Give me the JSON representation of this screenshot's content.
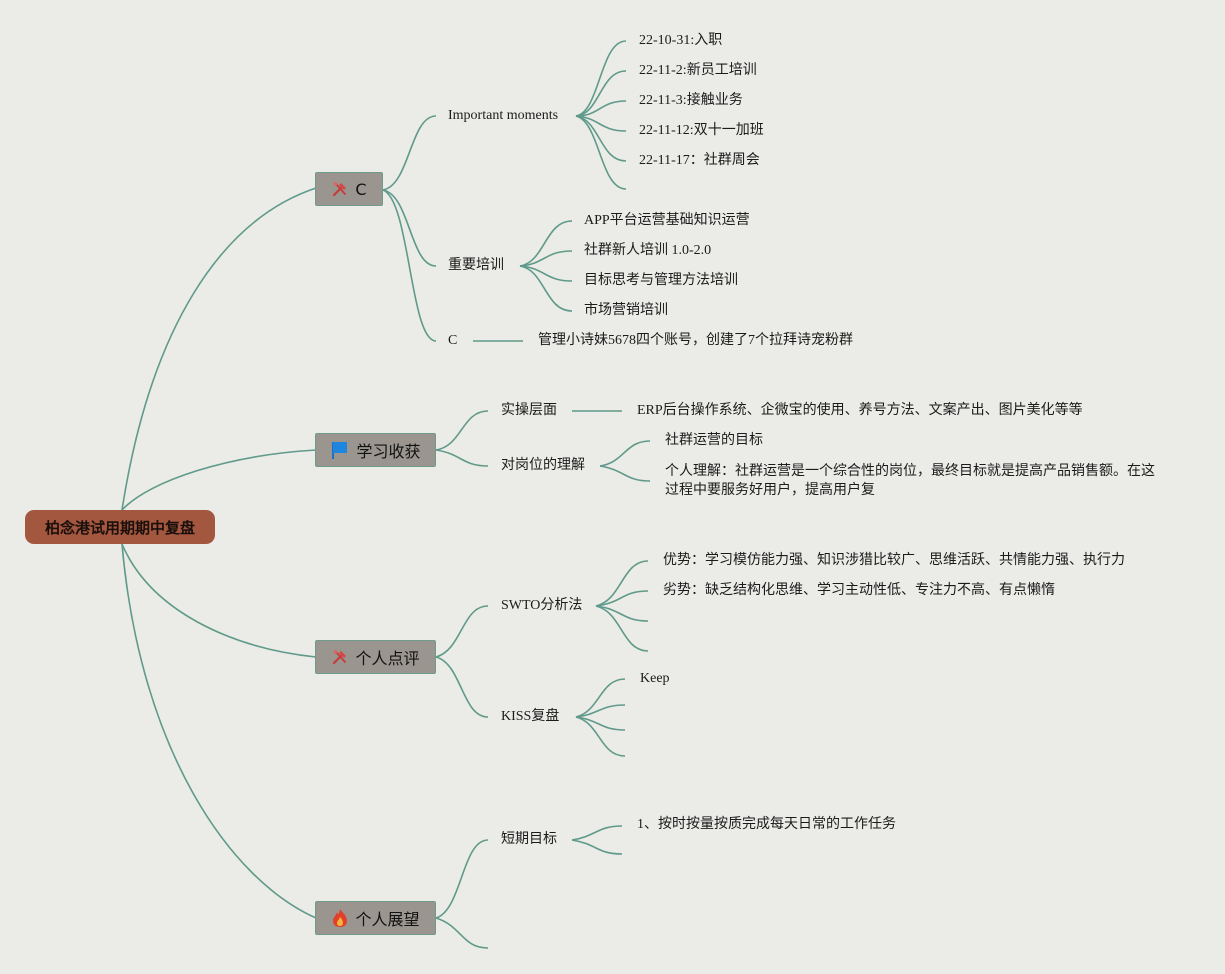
{
  "root": {
    "label": "柏念港试用期期中复盘"
  },
  "branches": {
    "c": {
      "label": "C",
      "icon": "tools-icon",
      "important_moments": {
        "label": "Important moments",
        "items": [
          "22-10-31:入职",
          "22-11-2:新员工培训",
          "22-11-3:接触业务",
          "22-11-12:双十一加班",
          "22-11-17：社群周会"
        ]
      },
      "training": {
        "label": "重要培训",
        "items": [
          "APP平台运营基础知识运营",
          "社群新人培训 1.0-2.0",
          "目标思考与管理方法培训",
          "市场营销培训"
        ]
      },
      "c_sub": {
        "label": "C",
        "detail": "管理小诗妹5678四个账号，创建了7个拉拜诗宠粉群"
      }
    },
    "learning": {
      "label": "学习收获",
      "icon": "flag-icon",
      "practice": {
        "label": "实操层面",
        "detail": "ERP后台操作系统、企微宝的使用、养号方法、文案产出、图片美化等等"
      },
      "understanding": {
        "label": "对岗位的理解",
        "items": [
          "社群运营的目标",
          "个人理解：社群运营是一个综合性的岗位，最终目标就是提高产品销售额。在这过程中要服务好用户，提高用户复"
        ]
      }
    },
    "review": {
      "label": "个人点评",
      "icon": "tools-icon",
      "swot": {
        "label": "SWTO分析法",
        "items": [
          "优势：学习模仿能力强、知识涉猎比较广、思维活跃、共情能力强、执行力",
          "劣势：缺乏结构化思维、学习主动性低、专注力不高、有点懒惰"
        ]
      },
      "kiss": {
        "label": "KISS复盘",
        "items": [
          "Keep"
        ]
      }
    },
    "outlook": {
      "label": "个人展望",
      "icon": "fire-icon",
      "short_term": {
        "label": "短期目标",
        "items": [
          "1、按时按量按质完成每天日常的工作任务"
        ]
      }
    }
  }
}
